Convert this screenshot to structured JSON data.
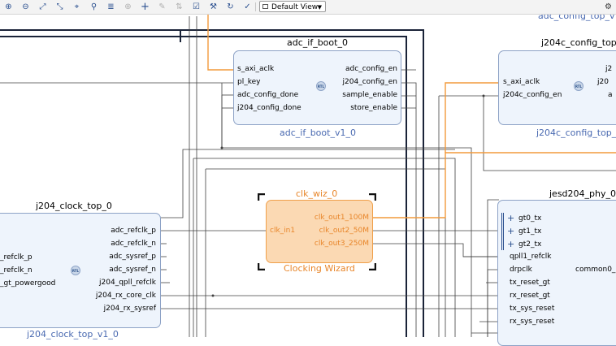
{
  "toolbar": {
    "icons": [
      "zoom-in-icon",
      "zoom-out-icon",
      "zoom-fit-icon",
      "zoom-area-icon",
      "center-icon",
      "search-icon",
      "collapse-icon",
      "expand-icon",
      "add-ip-icon",
      "pin-icon",
      "validate-icon",
      "wrench-icon",
      "autoconnect-icon",
      "regenerate-icon",
      "refresh-icon",
      "settings-icon"
    ],
    "view_select": "Default View"
  },
  "blocks": {
    "adc_if_boot": {
      "title": "adc_if_boot_0",
      "subtitle": "adc_if_boot_v1_0",
      "inputs": [
        "s_axi_aclk",
        "pl_key",
        "adc_config_done",
        "j204_config_done"
      ],
      "outputs": [
        "adc_config_en",
        "j204_config_en",
        "sample_enable",
        "store_enable"
      ],
      "badge": "RTL"
    },
    "j204c_config_top": {
      "title": "j204c_config_top",
      "subtitle": "j204c_config_top_v",
      "top_label": "adc_config_top_v",
      "inputs": [
        "s_axi_aclk",
        "j204c_config_en"
      ],
      "out_fragments": [
        "j2",
        "j20",
        "a"
      ],
      "badge": "RTL"
    },
    "clk_wiz": {
      "title": "clk_wiz_0",
      "subtitle": "Clocking Wizard",
      "input": "clk_in1",
      "outputs": [
        "clk_out1_100M",
        "clk_out2_50M",
        "clk_out3_250M"
      ]
    },
    "j204_clock_top": {
      "title": "j204_clock_top_0",
      "subtitle": "j204_clock_top_v1_0",
      "inputs": [
        "_refclk_p",
        "_refclk_n",
        "_gt_powergood"
      ],
      "outputs": [
        "adc_refclk_p",
        "adc_refclk_n",
        "adc_sysref_p",
        "adc_sysref_n",
        "j204_qpll_refclk",
        "j204_rx_core_clk",
        "j204_rx_sysref"
      ],
      "badge": "RTL"
    },
    "jesd204_phy": {
      "title": "jesd204_phy_0",
      "bus_inputs": [
        "gt0_tx",
        "gt1_tx",
        "gt2_tx"
      ],
      "inputs": [
        "qpll1_refclk",
        "drpclk",
        "tx_reset_gt",
        "rx_reset_gt",
        "tx_sys_reset",
        "rx_sys_reset"
      ],
      "output_fragment": "common0_"
    }
  },
  "colors": {
    "block_fill": "#eef4fc",
    "block_border": "#8da2c6",
    "clk_fill": "#fbd9b3",
    "clk_border": "#f0a04a",
    "orange_text": "#e8862a",
    "orange_wire": "#f29a3b",
    "subtitle": "#4a6ab1",
    "wire": "#404040",
    "thick_wire": "#1a2338"
  }
}
